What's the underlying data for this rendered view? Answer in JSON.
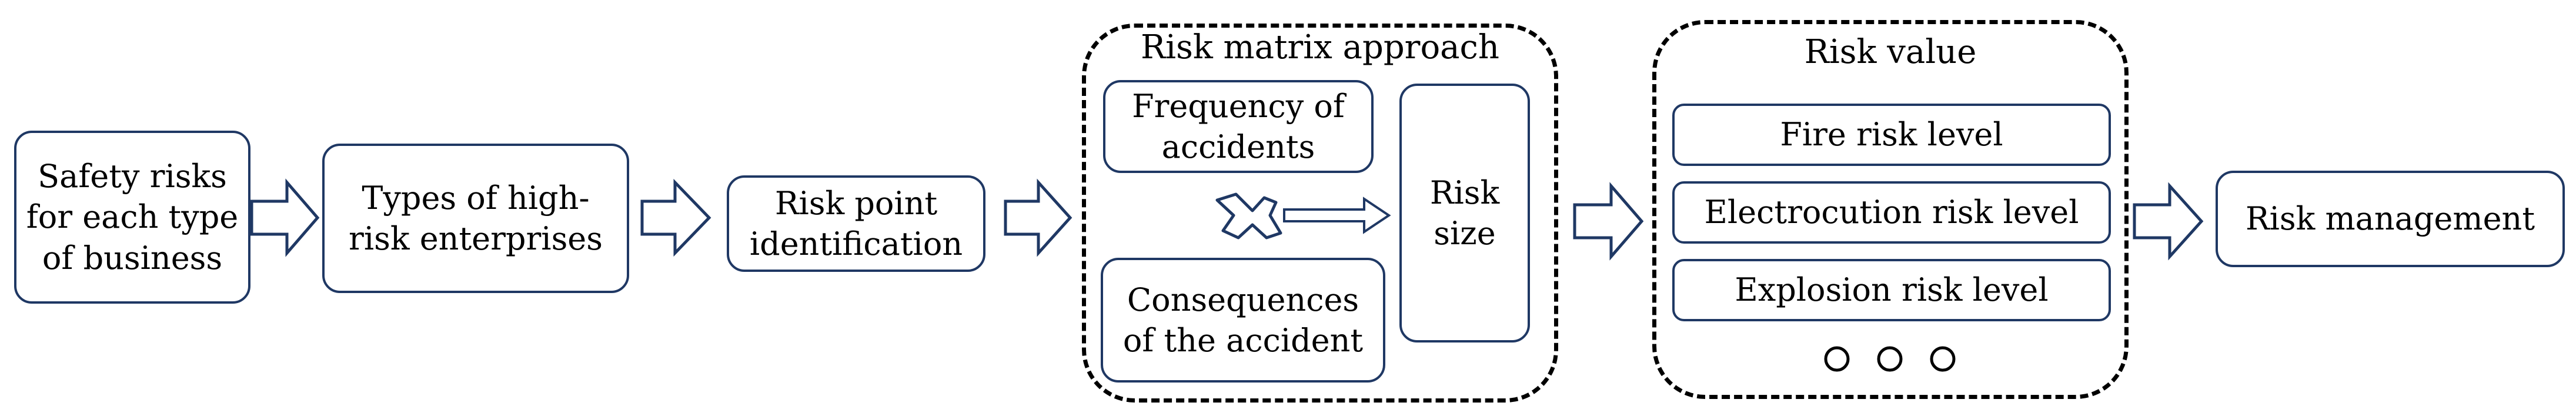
{
  "nodes": {
    "safety_risks": "Safety risks for each type of business",
    "types_high_risk": "Types of high-risk enterprises",
    "risk_point": "Risk point identification",
    "frequency": "Frequency of accidents",
    "consequences": "Consequences of the accident",
    "risk_size": "Risk size",
    "fire": "Fire risk level",
    "electrocution": "Electrocution risk level",
    "explosion": "Explosion risk level",
    "risk_management": "Risk management"
  },
  "groups": {
    "risk_matrix": "Risk matrix approach",
    "risk_value": "Risk value"
  },
  "colors": {
    "box_border": "#1f3864",
    "arrow": "#1f3864",
    "group_border": "#000000"
  },
  "icons": {
    "multiply": "multiply-cross-icon",
    "ellipsis": "ellipsis-circles-icon"
  }
}
